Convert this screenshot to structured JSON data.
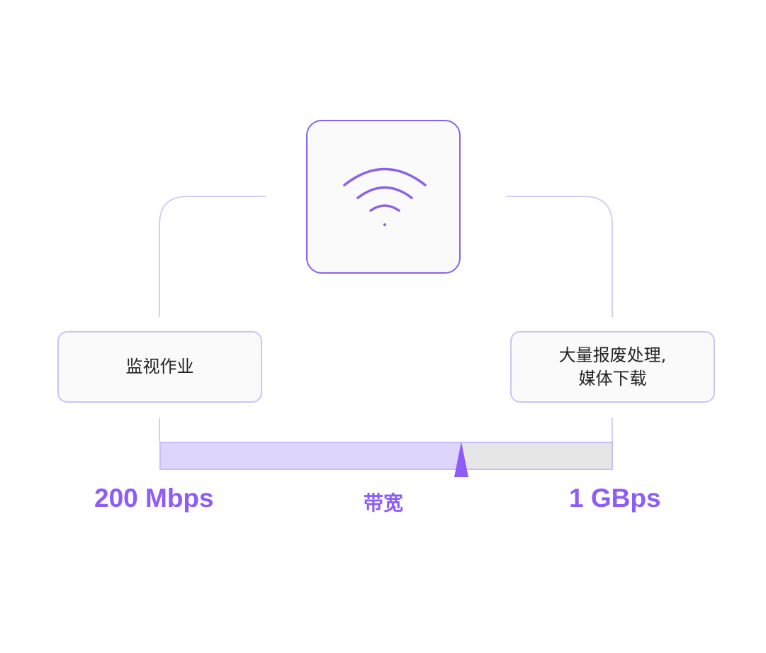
{
  "device": {
    "icon": "wifi-icon"
  },
  "use_cases": {
    "low": "监视作业",
    "high_line1": "大量报废处理,",
    "high_line2": "媒体下载"
  },
  "bandwidth_scale": {
    "min_label": "200 Mbps",
    "axis_label": "带宽",
    "max_label": "1 GBps",
    "indicator_fraction": 0.667
  },
  "colors": {
    "accent": "#8e5cf6",
    "fill": "#ddd5fc",
    "track": "#e6e6e6",
    "line": "#d6cdf7"
  }
}
